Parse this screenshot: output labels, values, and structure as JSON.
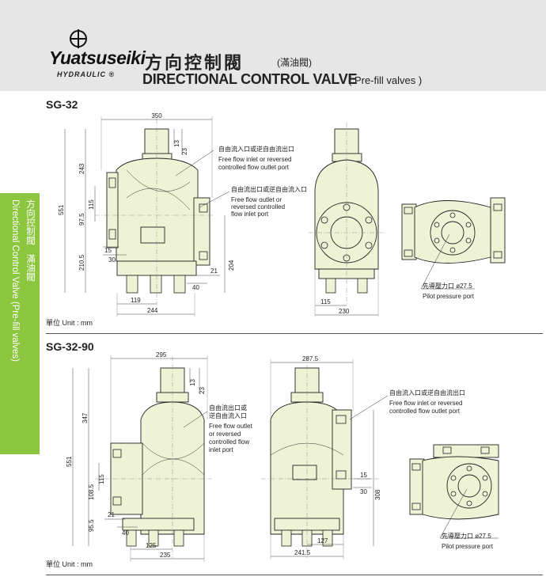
{
  "header": {
    "brand": "Yuatsuseiki",
    "brand_sub": "HYDRAULIC ®",
    "title_cjk": "方向控制閥",
    "title_cjk_sub": "(滿油閥)",
    "title_en": "DIRECTIONAL CONTROL VALVE",
    "title_en_sub": "( Pre-fill valves )"
  },
  "side_tab": {
    "cjk": "方向控制閥　滿油閥",
    "en": "Directional Control Valve (Pre-fill valves)"
  },
  "sections": [
    {
      "label": "SG-32",
      "unit": "單位 Unit : mm",
      "dims": {
        "top_width": "350",
        "d13": "13",
        "d23": "23",
        "d243": "243",
        "d551": "551",
        "d97_5": "97.5",
        "d115": "115",
        "d210_5": "210.5",
        "d15": "15",
        "d30": "30",
        "d21": "21",
        "d40": "40",
        "d204": "204",
        "d119": "119",
        "d244": "244",
        "d115b": "115",
        "d230": "230"
      },
      "notes": {
        "a_cjk": "自由流入口或逆自由流出口",
        "a_en1": "Free flow inlet or reversed",
        "a_en2": "controlled flow outlet port",
        "b_cjk": "自由流出口或逆自由流入口",
        "b_en1": "Free flow outlet or",
        "b_en2": "reversed controlled",
        "b_en3": "flow inlet port",
        "pilot_cjk": "先導壓力口 ø27.5",
        "pilot_en": "Pilot pressure port"
      }
    },
    {
      "label": "SG-32-90",
      "unit": "單位 Unit : mm",
      "dims": {
        "top_width": "295",
        "width2": "287.5",
        "d13": "13",
        "d23": "23",
        "d347": "347",
        "d551": "551",
        "d115": "115",
        "d108_5": "108.5",
        "d95_5": "95.5",
        "d21": "21",
        "d40": "40",
        "d125": "125",
        "d235": "235",
        "d15": "15",
        "d30": "30",
        "d308": "308",
        "d127": "127",
        "d241_5": "241.5"
      },
      "notes": {
        "a_cjk": "自由流入口或逆自由流出口",
        "a_en1": "Free flow inlet or reversed",
        "a_en2": "controlled flow outlet port",
        "b_cjk1": "自由流出口或",
        "b_cjk2": "逆自由流入口",
        "b_en1": "Free flow outlet",
        "b_en2": "or reversed",
        "b_en3": "controlled flow",
        "b_en4": "inlet port",
        "pilot_cjk": "先導壓力口 ø27.5",
        "pilot_en": "Pilot pressure port"
      }
    }
  ],
  "colors": {
    "accent": "#8cc63f",
    "header_bg": "#e6e6e6",
    "body_fill": "#eef3d6"
  }
}
